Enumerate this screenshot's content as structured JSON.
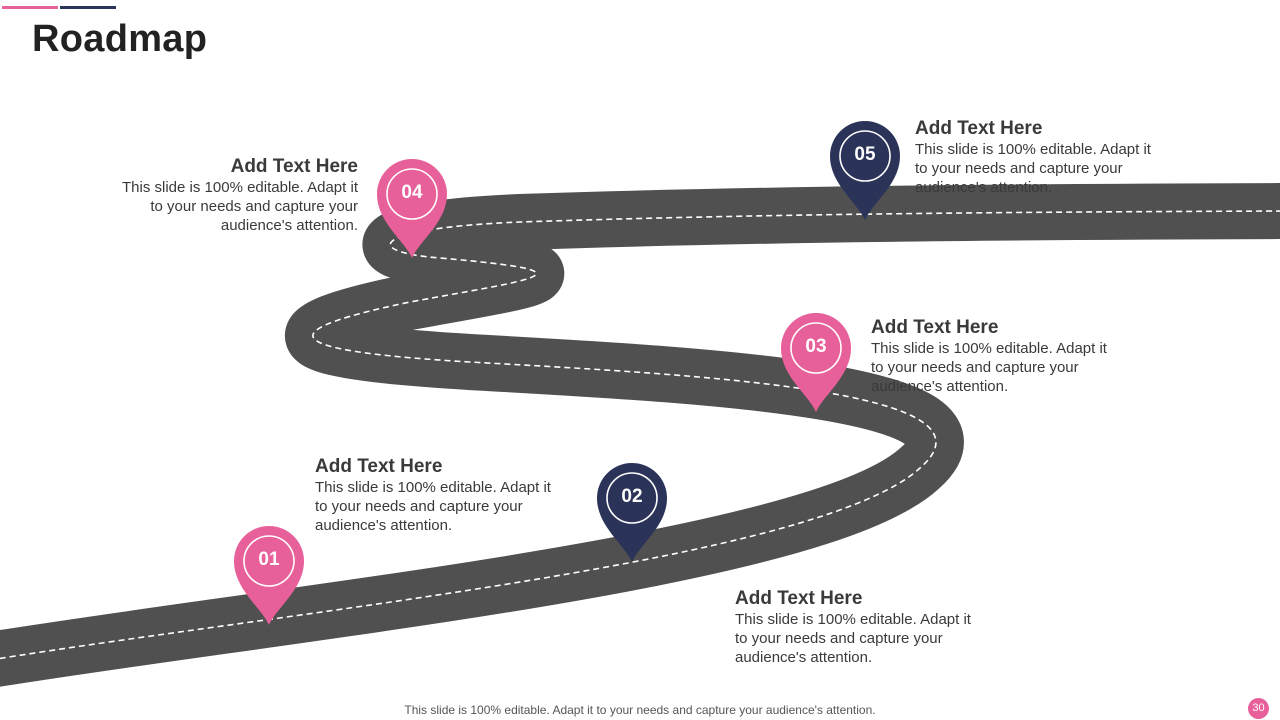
{
  "slide": {
    "title": "Roadmap",
    "footer_note": "This slide is 100% editable. Adapt it to your needs and capture your audience's attention.",
    "page_number": "30"
  },
  "colors": {
    "accent_pink": "#e8609a",
    "accent_navy": "#2b3358",
    "road": "#505050",
    "road_dash": "#ffffff"
  },
  "milestones": [
    {
      "number": "01",
      "color": "#e8609a",
      "heading": "Add Text Here",
      "body": "This slide is 100% editable. Adapt it to your needs and capture your audience's attention."
    },
    {
      "number": "02",
      "color": "#2b3358",
      "heading": "Add Text Here",
      "body": "This slide is 100% editable. Adapt it to your needs and capture your audience's attention."
    },
    {
      "number": "03",
      "color": "#e8609a",
      "heading": "Add Text Here",
      "body": "This slide is 100% editable. Adapt it to your needs and capture your audience's attention."
    },
    {
      "number": "04",
      "color": "#e8609a",
      "heading": "Add Text Here",
      "body": "This slide is 100% editable. Adapt it to your needs and capture your audience's attention."
    },
    {
      "number": "05",
      "color": "#2b3358",
      "heading": "Add Text Here",
      "body": "This slide is 100% editable. Adapt it to your needs and capture your audience's attention."
    }
  ]
}
